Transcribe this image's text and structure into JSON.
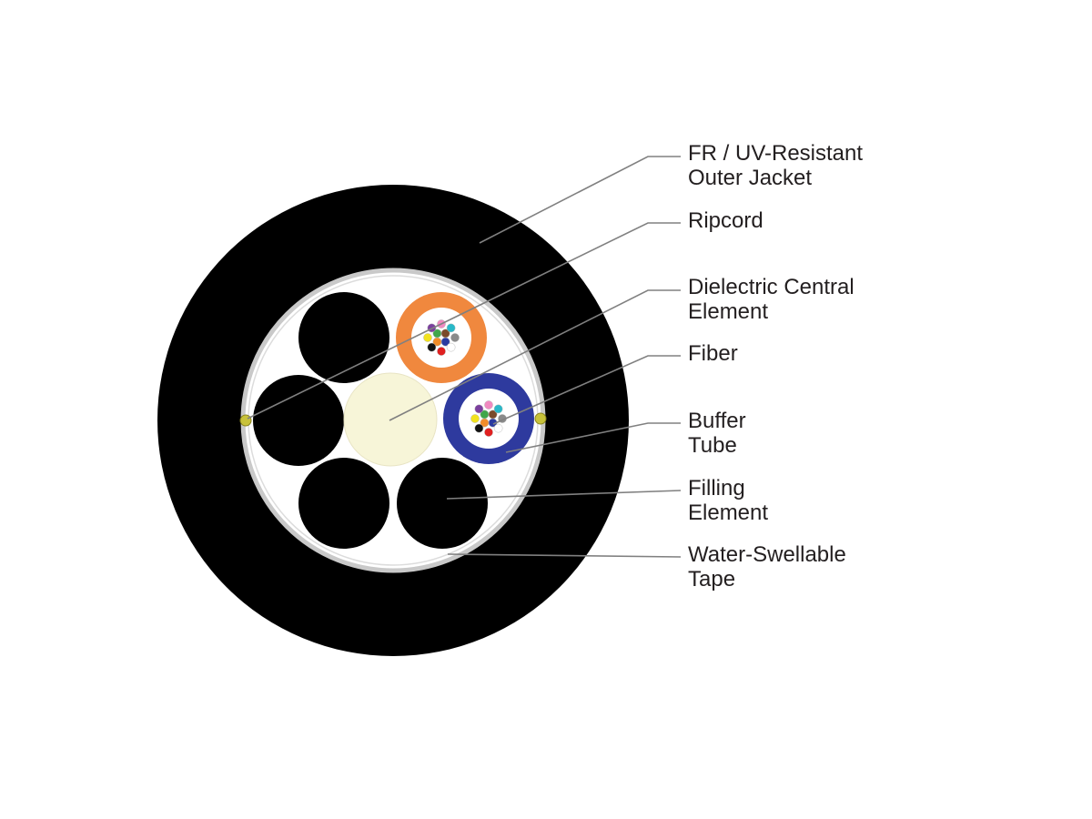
{
  "colors": {
    "jacket": "#000000",
    "tape": "#c9c9c9",
    "core_fill": "#ffffff",
    "central_element": "#f7f5d8",
    "orange_tube": "#f0883e",
    "blue_tube": "#2e3a9e",
    "ripcord": "#c8c23a",
    "leader_line": "#808080",
    "text": "#231f20"
  },
  "fiber_colors": [
    "#2a3aa0",
    "#f28c28",
    "#3fa64a",
    "#7a4a2a",
    "#8a8a8a",
    "#ffffff",
    "#e02020",
    "#111111",
    "#f2e21e",
    "#7b3f9e",
    "#f08ac0",
    "#28b8c8"
  ],
  "labels": {
    "jacket": [
      "FR / UV-Resistant",
      "Outer Jacket"
    ],
    "ripcord": [
      "Ripcord"
    ],
    "central": [
      "Dielectric Central",
      "Element"
    ],
    "fiber": [
      "Fiber"
    ],
    "buffer": [
      "Buffer",
      "Tube"
    ],
    "filling": [
      "Filling",
      "Element"
    ],
    "tape": [
      "Water-Swellable",
      "Tape"
    ]
  }
}
